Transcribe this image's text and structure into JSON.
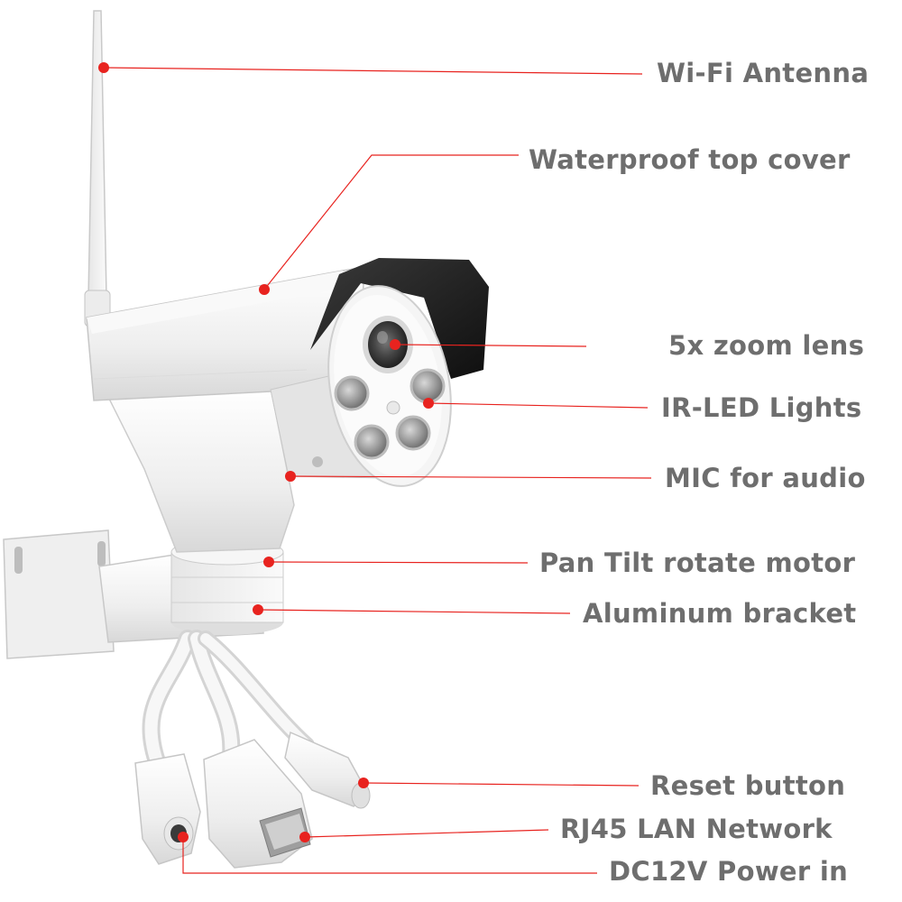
{
  "colors": {
    "callout": "#e8231f",
    "label_text": "#6e6e6e",
    "body_white": "#f2f2f2",
    "visor_black": "#1c1c1c"
  },
  "callouts": [
    {
      "id": "wifi-antenna",
      "label": "Wi-Fi Antenna"
    },
    {
      "id": "waterproof-top-cover",
      "label": "Waterproof  top cover"
    },
    {
      "id": "zoom-lens",
      "label": "5x zoom lens"
    },
    {
      "id": "ir-led-lights",
      "label": "IR-LED Lights"
    },
    {
      "id": "mic-audio",
      "label": "MIC for audio"
    },
    {
      "id": "pan-tilt-motor",
      "label": "Pan Tilt rotate motor"
    },
    {
      "id": "aluminum-bracket",
      "label": "Aluminum bracket"
    },
    {
      "id": "reset-button",
      "label": "Reset  button"
    },
    {
      "id": "rj45-lan",
      "label": "RJ45 LAN Network"
    },
    {
      "id": "dc12v-power",
      "label": "DC12V Power in"
    }
  ]
}
